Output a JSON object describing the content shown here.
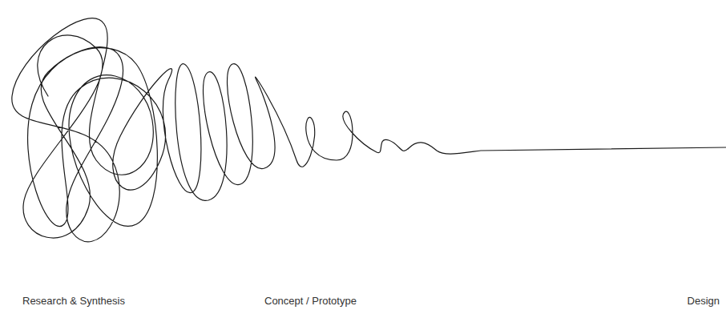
{
  "diagram": {
    "labels": [
      "Research & Synthesis",
      "Concept / Prototype",
      "Design"
    ]
  }
}
